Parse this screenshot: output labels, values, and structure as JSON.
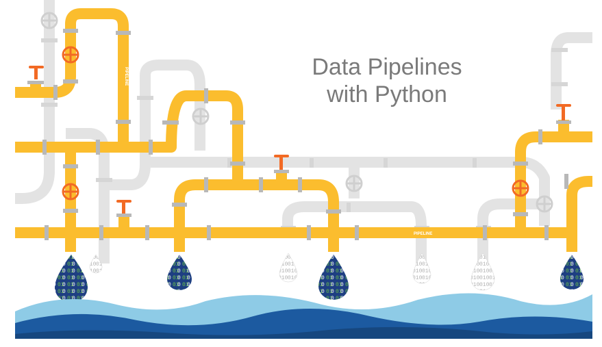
{
  "title": {
    "line1": "Data Pipelines",
    "line2": "with Python"
  },
  "pipe_labels": {
    "horizontal": "PIPELINE",
    "vertical": "PIPELINE"
  },
  "drop_text": "0101",
  "colors": {
    "pipe_yellow": "#fbbd2e",
    "pipe_gray": "#e3e3e3",
    "valve_orange": "#f26a24",
    "flange_gray": "#b8b8b8",
    "water_dark": "#1c5aa0",
    "water_light": "#8ecbe6",
    "drop_blue": "#1e3f82",
    "drop_green": "#6cc24a",
    "title_gray": "#7a7a7a"
  }
}
